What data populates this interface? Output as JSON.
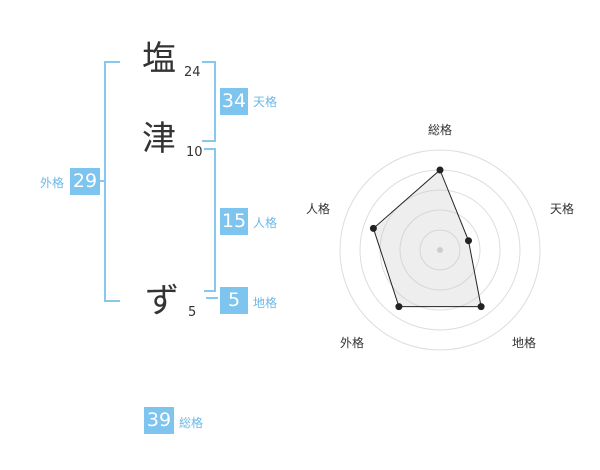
{
  "name": {
    "chars": [
      {
        "char": "塩",
        "strokes": "24"
      },
      {
        "char": "津",
        "strokes": "10"
      },
      {
        "char": "ず",
        "strokes": "5"
      }
    ]
  },
  "fortune": {
    "tenkaku": {
      "label": "天格",
      "value": "34"
    },
    "jinkaku": {
      "label": "人格",
      "value": "15"
    },
    "chikaku": {
      "label": "地格",
      "value": "5"
    },
    "gaikaku": {
      "label": "外格",
      "value": "29"
    },
    "soukaku": {
      "label": "総格",
      "value": "39"
    }
  },
  "colors": {
    "accent": "#7dc4ef",
    "label": "#6bb8e8",
    "text": "#333333"
  },
  "chart_data": {
    "type": "radar",
    "axes": [
      "総格",
      "天格",
      "地格",
      "外格",
      "人格"
    ],
    "values": [
      4,
      1.5,
      3.5,
      3.5,
      3.5
    ],
    "rmax": 5,
    "rings": 5
  }
}
